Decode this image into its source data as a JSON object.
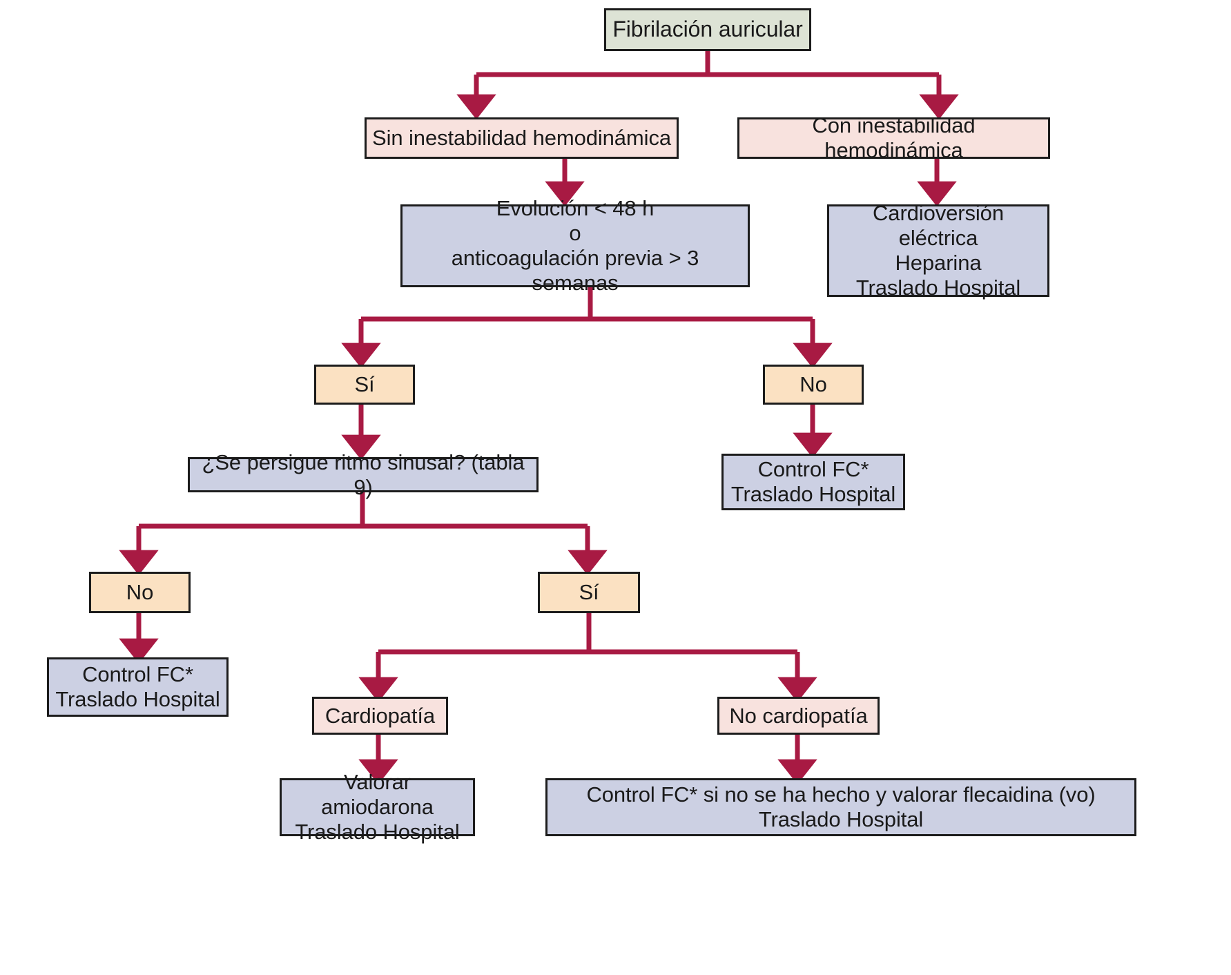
{
  "diagram": {
    "title": "Algoritmo de manejo de la fibrilación auricular",
    "line_color": "#a81a43",
    "border_color": "#1c1c1c",
    "palette": {
      "green": "#dde3d5",
      "pink": "#f8e2de",
      "blue_gray": "#ccd0e3",
      "orange": "#fbe1c2"
    }
  },
  "nodes": {
    "root": "Fibrilación auricular",
    "sin_inestabilidad": "Sin inestabilidad hemodinámica",
    "con_inestabilidad": "Con inestabilidad hemodinámica",
    "evolucion": "Evolución < 48 h\no\nanticoagulación previa > 3 semanas",
    "cardioversion": "Cardioversión eléctrica\nHeparina\nTraslado Hospital",
    "si_evolucion": "Sí",
    "no_evolucion": "No",
    "ritmo_sinusal": "¿Se persigue ritmo sinusal? (tabla 9)",
    "control_fc_no_evolucion": "Control FC*\nTraslado Hospital",
    "no_ritmo": "No",
    "si_ritmo": "Sí",
    "control_fc_no_ritmo": "Control FC*\nTraslado Hospital",
    "cardiopatia": "Cardiopatía",
    "no_cardiopatia": "No cardiopatía",
    "valorar_amiodarona": "Valorar amiodarona\nTraslado Hospital",
    "control_fc_flecainida": "Control FC* si no se ha hecho y valorar flecaidina (vo)\nTraslado Hospital"
  }
}
